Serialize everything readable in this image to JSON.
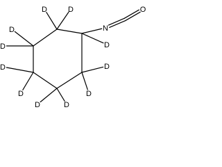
{
  "molecule": {
    "atoms": [
      {
        "id": "c1",
        "element": "C",
        "label": ""
      },
      {
        "id": "c2",
        "element": "C",
        "label": ""
      },
      {
        "id": "c3",
        "element": "C",
        "label": ""
      },
      {
        "id": "c4",
        "element": "C",
        "label": ""
      },
      {
        "id": "c5",
        "element": "C",
        "label": ""
      },
      {
        "id": "c6",
        "element": "C",
        "label": ""
      },
      {
        "id": "n",
        "element": "N",
        "label": "N"
      },
      {
        "id": "cx",
        "element": "C",
        "label": ""
      },
      {
        "id": "o",
        "element": "O",
        "label": "O"
      },
      {
        "id": "d1",
        "element": "D",
        "label": "D"
      },
      {
        "id": "d2a",
        "element": "D",
        "label": "D"
      },
      {
        "id": "d2b",
        "element": "D",
        "label": "D"
      },
      {
        "id": "d3a",
        "element": "D",
        "label": "D"
      },
      {
        "id": "d3b",
        "element": "D",
        "label": "D"
      },
      {
        "id": "d4a",
        "element": "D",
        "label": "D"
      },
      {
        "id": "d4b",
        "element": "D",
        "label": "D"
      },
      {
        "id": "d5a",
        "element": "D",
        "label": "D"
      },
      {
        "id": "d5b",
        "element": "D",
        "label": "D"
      },
      {
        "id": "d6a",
        "element": "D",
        "label": "D"
      },
      {
        "id": "d6b",
        "element": "D",
        "label": "D"
      }
    ],
    "bonds": [
      {
        "from": "c1",
        "to": "c2",
        "order": 1
      },
      {
        "from": "c2",
        "to": "c3",
        "order": 1
      },
      {
        "from": "c3",
        "to": "c4",
        "order": 1
      },
      {
        "from": "c4",
        "to": "c5",
        "order": 1
      },
      {
        "from": "c5",
        "to": "c6",
        "order": 1
      },
      {
        "from": "c6",
        "to": "c1",
        "order": 1
      },
      {
        "from": "c1",
        "to": "n",
        "order": 1
      },
      {
        "from": "n",
        "to": "cx",
        "order": 2
      },
      {
        "from": "cx",
        "to": "o",
        "order": 2
      },
      {
        "from": "c1",
        "to": "d1",
        "order": 1
      },
      {
        "from": "c2",
        "to": "d2a",
        "order": 1
      },
      {
        "from": "c2",
        "to": "d2b",
        "order": 1
      },
      {
        "from": "c3",
        "to": "d3a",
        "order": 1
      },
      {
        "from": "c3",
        "to": "d3b",
        "order": 1
      },
      {
        "from": "c4",
        "to": "d4a",
        "order": 1
      },
      {
        "from": "c4",
        "to": "d4b",
        "order": 1
      },
      {
        "from": "c5",
        "to": "d5a",
        "order": 1
      },
      {
        "from": "c5",
        "to": "d5b",
        "order": 1
      },
      {
        "from": "c6",
        "to": "d6a",
        "order": 1
      },
      {
        "from": "c6",
        "to": "d6b",
        "order": 1
      }
    ]
  }
}
